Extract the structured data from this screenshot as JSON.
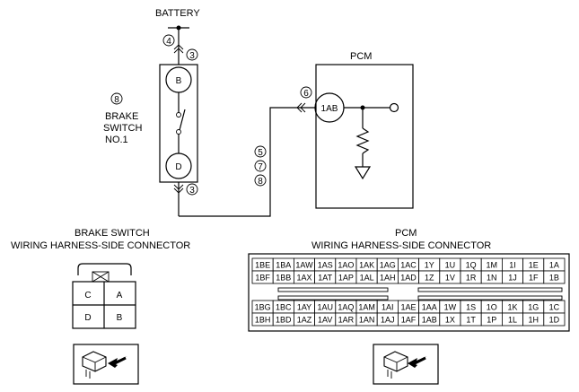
{
  "schematic": {
    "battery_label": "BATTERY",
    "pcm_label": "PCM",
    "brake_switch_label_1": "BRAKE",
    "brake_switch_label_2": "SWITCH",
    "brake_switch_label_3": "NO.1",
    "ref_battery": "4",
    "ref_top_conn": "3",
    "ref_bottom_conn": "3",
    "ref_brake_switch": "8",
    "ref_pcm_conn": "6",
    "ref_wire_1": "5",
    "ref_wire_2": "7",
    "ref_wire_3": "8",
    "terminal_b": "B",
    "terminal_d": "D",
    "terminal_1ab": "1AB"
  },
  "brake_connector": {
    "title_1": "BRAKE SWITCH",
    "title_2": "WIRING HARNESS-SIDE CONNECTOR",
    "pins": [
      "C",
      "A",
      "D",
      "B"
    ]
  },
  "pcm_connector": {
    "title_1": "PCM",
    "title_2": "WIRING HARNESS-SIDE CONNECTOR",
    "upper_row_1": [
      "1BE",
      "1BA",
      "1AW",
      "1AS",
      "1AO",
      "1AK",
      "1AG",
      "1AC",
      "1Y",
      "1U",
      "1Q",
      "1M",
      "1I",
      "1E",
      "1A"
    ],
    "upper_row_2": [
      "1BF",
      "1BB",
      "1AX",
      "1AT",
      "1AP",
      "1AL",
      "1AH",
      "1AD",
      "1Z",
      "1V",
      "1R",
      "1N",
      "1J",
      "1F",
      "1B"
    ],
    "lower_row_1": [
      "1BG",
      "1BC",
      "1AY",
      "1AU",
      "1AQ",
      "1AM",
      "1AI",
      "1AE",
      "1AA",
      "1W",
      "1S",
      "1O",
      "1K",
      "1G",
      "1C"
    ],
    "lower_row_2": [
      "1BH",
      "1BD",
      "1AZ",
      "1AV",
      "1AR",
      "1AN",
      "1AJ",
      "1AF",
      "1AB",
      "1X",
      "1T",
      "1P",
      "1L",
      "1H",
      "1D"
    ]
  }
}
